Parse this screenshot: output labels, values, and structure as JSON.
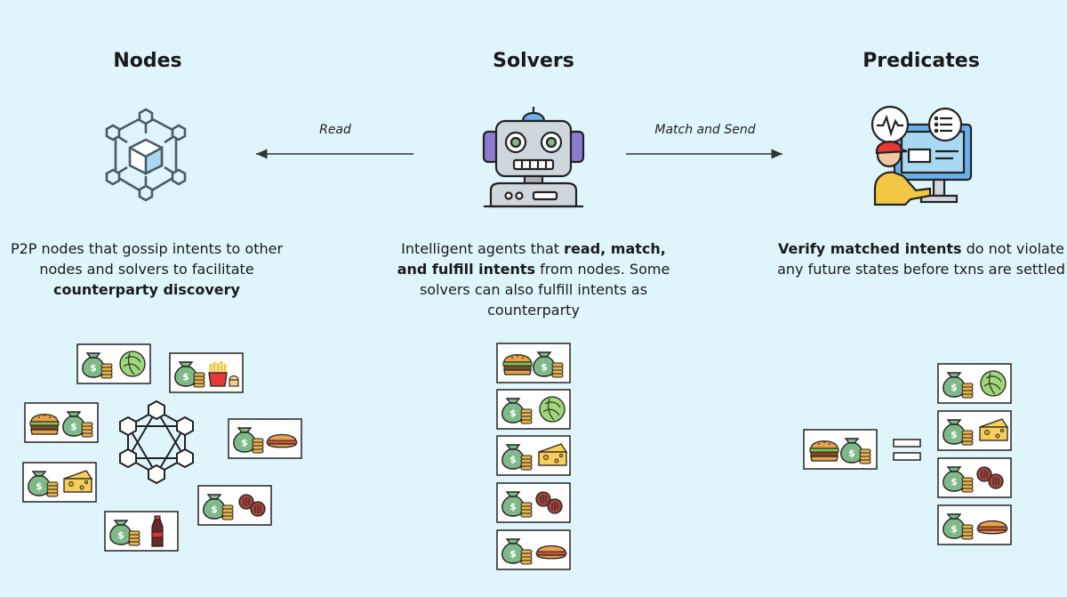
{
  "columns": {
    "nodes": {
      "title": "Nodes",
      "desc_1": "P2P nodes that gossip intents to other nodes and solvers to facilitate ",
      "desc_bold": "counterparty discovery",
      "desc_2": ""
    },
    "solvers": {
      "title": "Solvers",
      "desc_1": "Intelligent agents that ",
      "desc_bold": "read, match, and fulfill intents",
      "desc_2": " from nodes. Some solvers can also fulfill intents as counterparty"
    },
    "predicates": {
      "title": "Predicates",
      "desc_1": "",
      "desc_bold": "Verify matched intents",
      "desc_2": " do not violate any future states before txns are settled"
    }
  },
  "arrows": {
    "read": "Read",
    "match_send": "Match and Send"
  },
  "icons": {
    "nodes": "network-cube-icon",
    "solvers": "robot-icon",
    "predicates": "person-computer-icon",
    "money": "money-bag-icon",
    "coins": "coins-icon"
  },
  "colors": {
    "background": "#e0f4fc",
    "card_border": "#222222",
    "money_bag": "#7fb98a",
    "coin": "#e9b44c",
    "robot_purple": "#8a7bd1",
    "robot_blue": "#6ab0ea"
  }
}
